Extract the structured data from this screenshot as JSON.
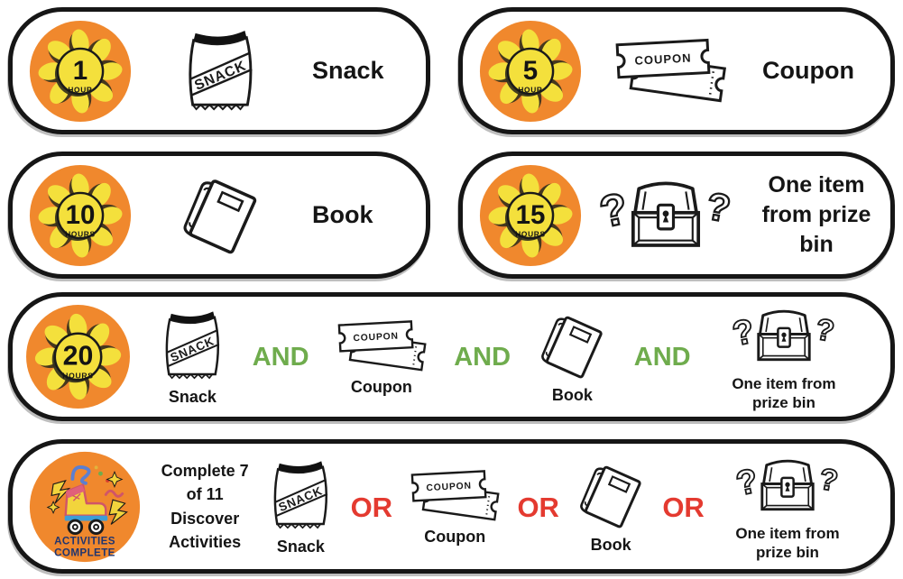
{
  "colors": {
    "badge_orange": "#F0882D",
    "sun_yellow": "#F4E03C",
    "petal_shadow": "#33301D",
    "outline_black": "#1A1A1A",
    "and_green": "#6FAC4D",
    "or_red": "#E43A30",
    "badge_navy_text": "#21356F"
  },
  "icons": {
    "question_glyph": "?",
    "snack_bag_text": "SNACK",
    "coupon_ticket_text": "COUPON"
  },
  "milestone_cards": [
    {
      "hours": "1",
      "unit": "HOUR",
      "prize": "Snack"
    },
    {
      "hours": "5",
      "unit": "HOUR",
      "prize": "Coupon"
    },
    {
      "hours": "10",
      "unit": "HOURS",
      "prize": "Book"
    },
    {
      "hours": "15",
      "unit": "HOURS",
      "prize": "One item from prize bin"
    }
  ],
  "combo_row": {
    "hours": "20",
    "unit": "HOURS",
    "conjunction": "AND",
    "items": [
      {
        "label": "Snack"
      },
      {
        "label": "Coupon"
      },
      {
        "label": "Book"
      },
      {
        "label": "One item from prize bin"
      }
    ]
  },
  "activities_row": {
    "badge_text_line1": "ACTIVITIES",
    "badge_text_line2": "COMPLETE",
    "requirement": "Complete 7 of 11 Discover Activities",
    "conjunction": "OR",
    "items": [
      {
        "label": "Snack"
      },
      {
        "label": "Coupon"
      },
      {
        "label": "Book"
      },
      {
        "label": "One item from prize bin"
      }
    ]
  }
}
